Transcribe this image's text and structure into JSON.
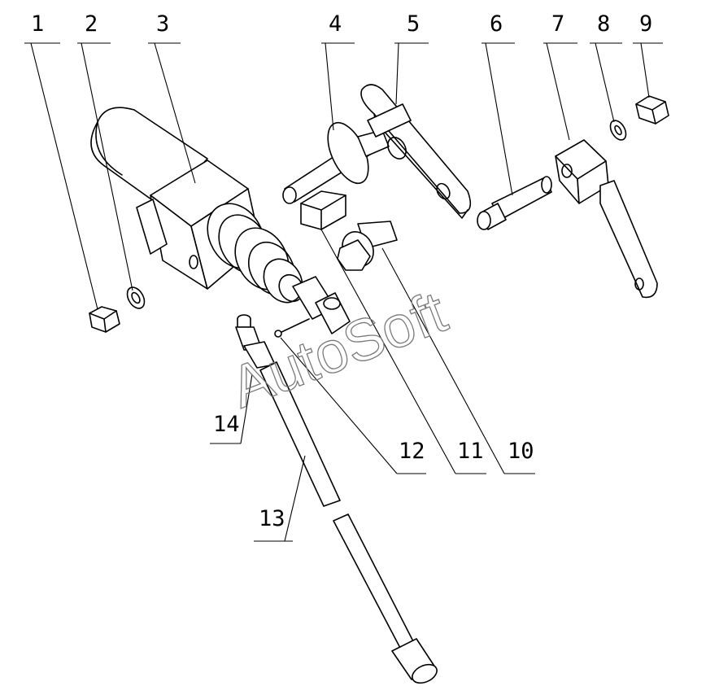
{
  "callouts": [
    "1",
    "2",
    "3",
    "4",
    "5",
    "6",
    "7",
    "8",
    "9",
    "10",
    "11",
    "12",
    "13",
    "14"
  ],
  "watermark": "AutoSoft"
}
